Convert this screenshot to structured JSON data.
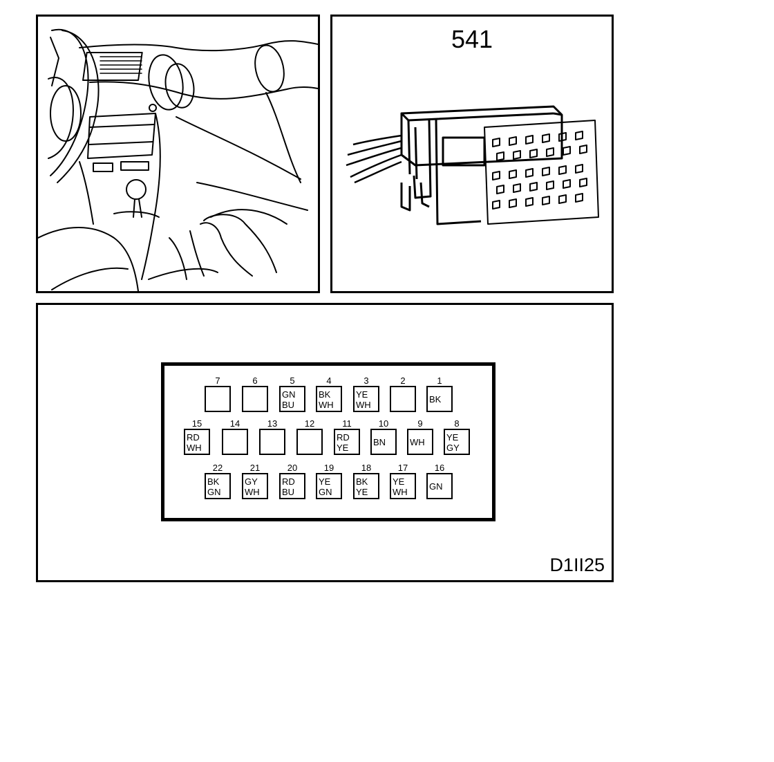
{
  "connector": {
    "number": "541",
    "figure_code": "D1II25"
  },
  "pin_rows": [
    [
      {
        "num": "7",
        "colors": []
      },
      {
        "num": "6",
        "colors": []
      },
      {
        "num": "5",
        "colors": [
          "GN",
          "BU"
        ]
      },
      {
        "num": "4",
        "colors": [
          "BK",
          "WH"
        ]
      },
      {
        "num": "3",
        "colors": [
          "YE",
          "WH"
        ]
      },
      {
        "num": "2",
        "colors": []
      },
      {
        "num": "1",
        "colors": [
          "BK"
        ]
      }
    ],
    [
      {
        "num": "15",
        "colors": [
          "RD",
          "WH"
        ]
      },
      {
        "num": "14",
        "colors": []
      },
      {
        "num": "13",
        "colors": []
      },
      {
        "num": "12",
        "colors": []
      },
      {
        "num": "11",
        "colors": [
          "RD",
          "YE"
        ]
      },
      {
        "num": "10",
        "colors": [
          "BN"
        ]
      },
      {
        "num": "9",
        "colors": [
          "WH"
        ]
      },
      {
        "num": "8",
        "colors": [
          "YE",
          "GY"
        ]
      }
    ],
    [
      {
        "num": "22",
        "colors": [
          "BK",
          "GN"
        ]
      },
      {
        "num": "21",
        "colors": [
          "GY",
          "WH"
        ]
      },
      {
        "num": "20",
        "colors": [
          "RD",
          "BU"
        ]
      },
      {
        "num": "19",
        "colors": [
          "YE",
          "GN"
        ]
      },
      {
        "num": "18",
        "colors": [
          "BK",
          "YE"
        ]
      },
      {
        "num": "17",
        "colors": [
          "YE",
          "WH"
        ]
      },
      {
        "num": "16",
        "colors": [
          "GN"
        ]
      }
    ]
  ]
}
